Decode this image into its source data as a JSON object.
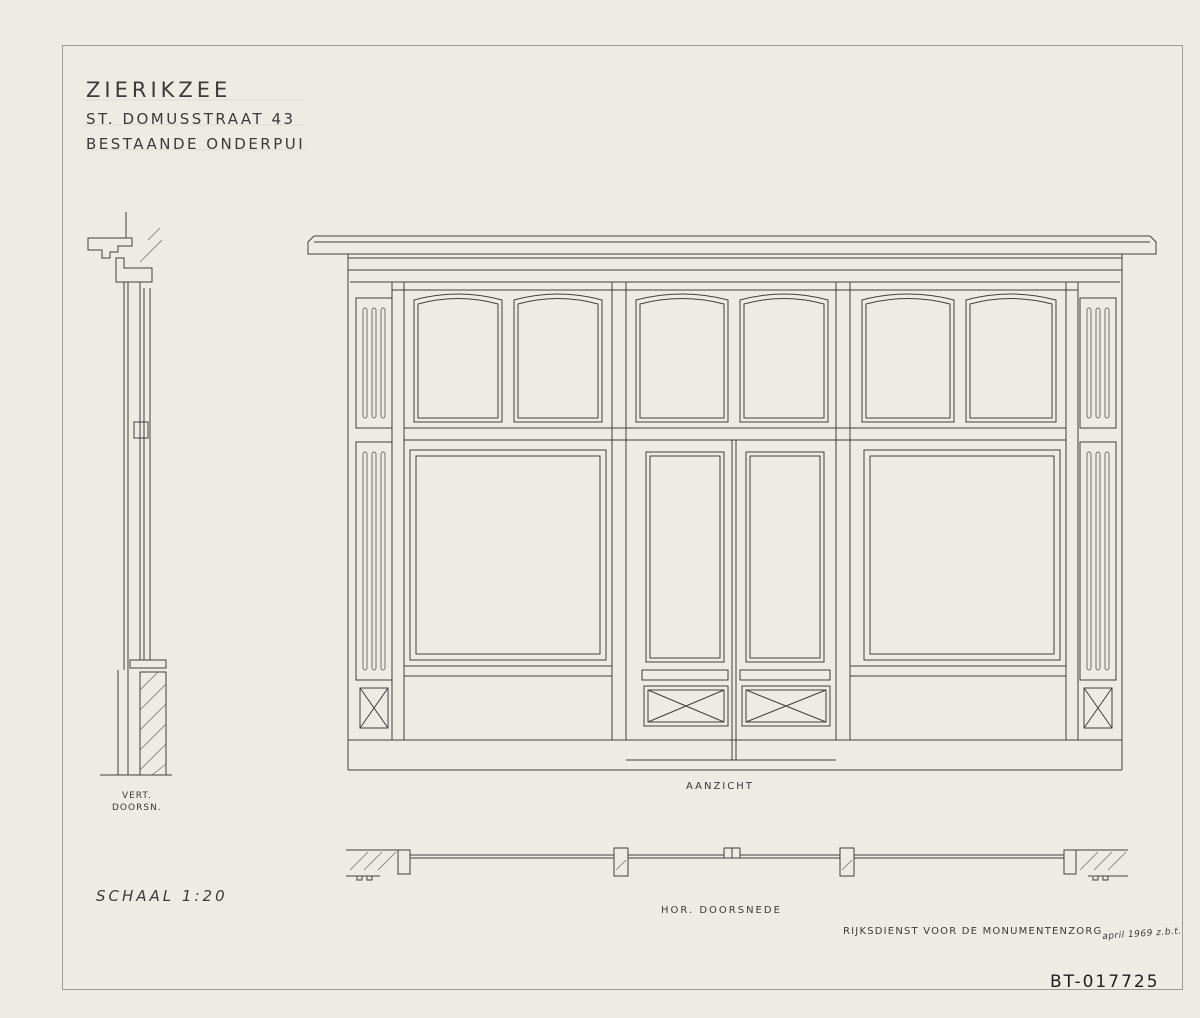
{
  "title_block": {
    "place": "ZIERIKZEE",
    "address": "ST. DOMUSSTRAAT 43",
    "subject": "BESTAANDE ONDERPUI"
  },
  "labels": {
    "vertical_section_line1": "VERT.",
    "vertical_section_line2": "DOORSN.",
    "elevation": "AANZICHT",
    "horizontal_section": "HOR. DOORSNEDE",
    "scale": "SCHAAL 1:20",
    "institution": "RIJKSDIENST VOOR DE MONUMENTENZORG",
    "date_initials": "april 1969 z.b.t.",
    "reference_number": "BT-017725"
  },
  "colors": {
    "paper": "#ecece4",
    "ink": "#3a3a38",
    "frame": "#9a9a96"
  }
}
